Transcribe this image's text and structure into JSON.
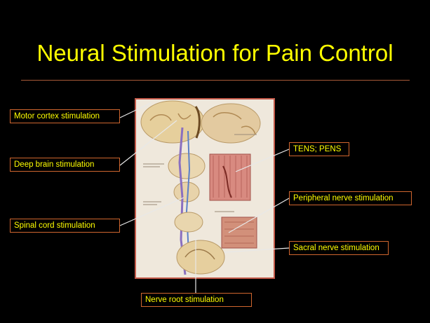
{
  "slide": {
    "title": "Neural Stimulation for Pain Control"
  },
  "callouts": {
    "motor_cortex": "Motor cortex stimulation",
    "deep_brain": "Deep brain stimulation",
    "spinal_cord": "Spinal cord stimulation",
    "tens_pens": "TENS; PENS",
    "peripheral_nerve": "Peripheral nerve stimulation",
    "sacral_nerve": "Sacral nerve stimulation",
    "nerve_root": "Nerve root stimulation"
  },
  "colors": {
    "background": "#000000",
    "text": "#ffff00",
    "callout_border": "#d0662e",
    "leader_line": "#e8e8e8"
  }
}
